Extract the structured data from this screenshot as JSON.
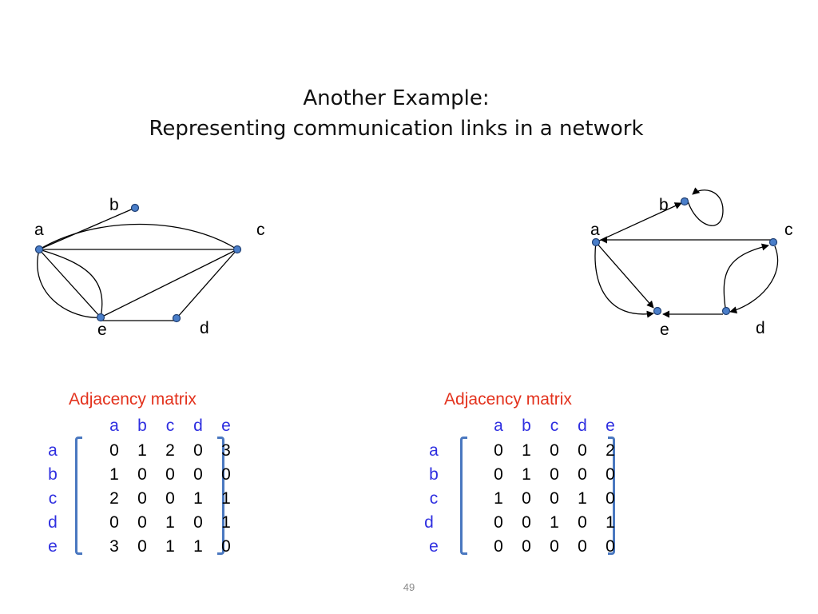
{
  "title": {
    "line1": "Another Example:",
    "line2": "Representing communication links in a network"
  },
  "undirected_graph": {
    "nodes": [
      "a",
      "b",
      "c",
      "d",
      "e"
    ],
    "edges": [
      [
        "a",
        "b"
      ],
      [
        "a",
        "c"
      ],
      [
        "a",
        "c"
      ],
      [
        "a",
        "e"
      ],
      [
        "a",
        "e"
      ],
      [
        "a",
        "e"
      ],
      [
        "c",
        "d"
      ],
      [
        "c",
        "e"
      ],
      [
        "d",
        "e"
      ]
    ]
  },
  "directed_graph": {
    "nodes": [
      "a",
      "b",
      "c",
      "d",
      "e"
    ],
    "edges": [
      [
        "a",
        "b"
      ],
      [
        "b",
        "b"
      ],
      [
        "c",
        "a"
      ],
      [
        "a",
        "e"
      ],
      [
        "a",
        "e"
      ],
      [
        "d",
        "e"
      ],
      [
        "d",
        "c"
      ],
      [
        "c",
        "d"
      ]
    ]
  },
  "left_matrix": {
    "title": "Adjacency  matrix",
    "columns": [
      "a",
      "b",
      "c",
      "d",
      "e"
    ],
    "rows": [
      "a",
      "b",
      "c",
      "d",
      "e"
    ],
    "values": [
      [
        "0",
        "1",
        "2",
        "0",
        "3"
      ],
      [
        "1",
        "0",
        "0",
        "0",
        "0"
      ],
      [
        "2",
        "0",
        "0",
        "1",
        "1"
      ],
      [
        "0",
        "0",
        "1",
        "0",
        "1"
      ],
      [
        "3",
        "0",
        "1",
        "1",
        "0"
      ]
    ]
  },
  "right_matrix": {
    "title": "Adjacency  matrix",
    "columns": [
      "a",
      "b",
      "c",
      "d",
      "e"
    ],
    "rows": [
      "a",
      "b",
      "c",
      "d",
      "e"
    ],
    "values": [
      [
        "0",
        "1",
        "0",
        "0",
        "2"
      ],
      [
        "0",
        "1",
        "0",
        "0",
        "0"
      ],
      [
        "1",
        "0",
        "0",
        "1",
        "0"
      ],
      [
        "0",
        "0",
        "1",
        "0",
        "1"
      ],
      [
        "0",
        "0",
        "0",
        "0",
        "0"
      ]
    ]
  },
  "page_number": "49",
  "colors": {
    "node_fill": "#4a7ec9",
    "matrix_title": "#e3321d",
    "header_labels": "#2f2fe0",
    "bracket": "#4a78c0"
  }
}
